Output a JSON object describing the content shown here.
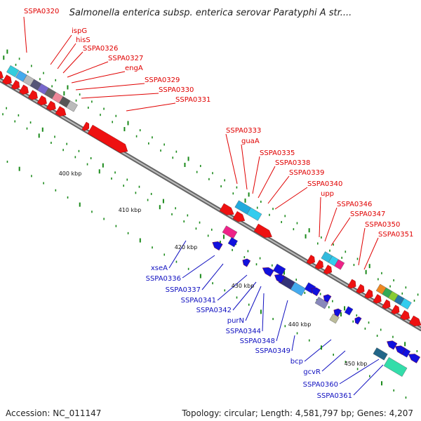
{
  "title": "Salmonella enterica subsp. enterica serovar Paratyphi A str....",
  "footer": {
    "accession": "Accession: NC_011147",
    "topology": "Topology: circular; Length: 4,581,797 bp; Genes: 4,207"
  },
  "kbp_marks": [
    "400 kbp",
    "410 kbp",
    "420 kbp",
    "430 kbp",
    "440 kbp",
    "450 kbp"
  ],
  "forward_genes": [
    "SSPA0320",
    "ispG",
    "hisS",
    "SSPA0326",
    "SSPA0327",
    "engA",
    "SSPA0329",
    "SSPA0330",
    "SSPA0331",
    "SSPA0333",
    "guaA",
    "SSPA0335",
    "SSPA0338",
    "SSPA0339",
    "SSPA0340",
    "upp",
    "SSPA0346",
    "SSPA0347",
    "SSPA0350",
    "SSPA0351"
  ],
  "reverse_genes": [
    "xseA",
    "SSPA0336",
    "SSPA0337",
    "SSPA0341",
    "SSPA0342",
    "purN",
    "SSPA0344",
    "SSPA0348",
    "SSPA0349",
    "bcp",
    "gcvR",
    "SSPA0360",
    "SSPA0361"
  ],
  "colors": {
    "forward_label": "#e00000",
    "reverse_label": "#1010c0",
    "forward_cds": "#ee1111",
    "reverse_cds": "#1111dd",
    "backbone": "#888888",
    "tick": "#1a8a1a"
  }
}
